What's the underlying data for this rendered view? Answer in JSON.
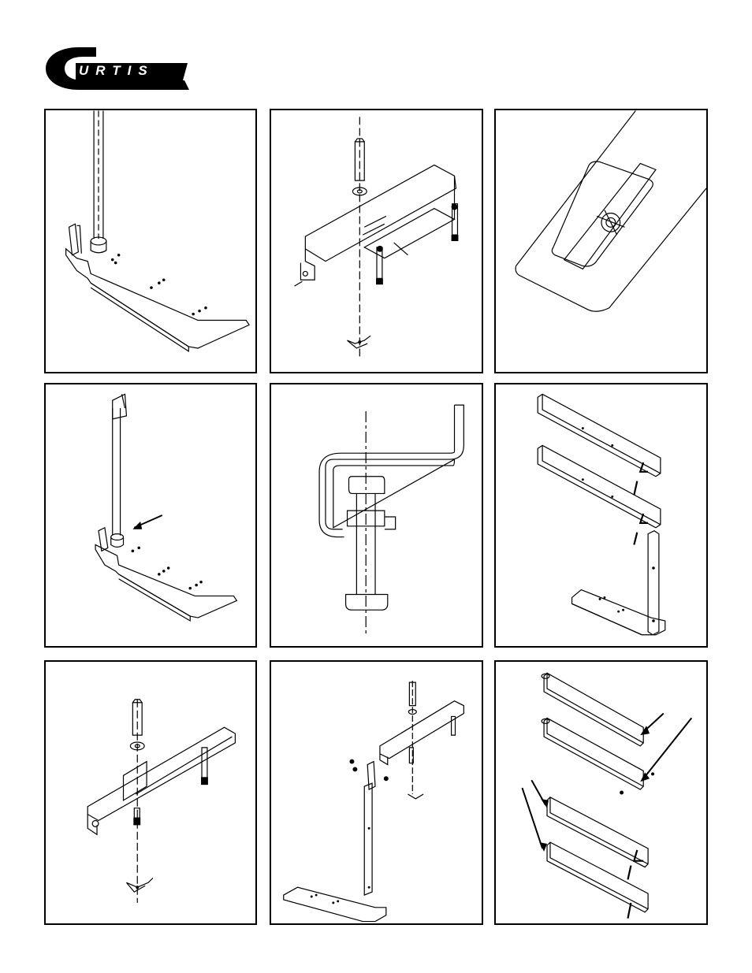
{
  "brand": {
    "logo_text": "URTIS",
    "logo_initial": "C",
    "color": "#000000"
  },
  "panels": [
    {
      "id": 1,
      "content": "illustration-arm-base-assembly"
    },
    {
      "id": 2,
      "content": "illustration-bracket-exploded-bolts"
    },
    {
      "id": 3,
      "content": "illustration-wing-nut-detail"
    },
    {
      "id": 4,
      "content": "illustration-arm-base-arrow"
    },
    {
      "id": 5,
      "content": "illustration-hook-bolt-section"
    },
    {
      "id": 6,
      "content": "illustration-rail-stack"
    },
    {
      "id": 7,
      "content": "illustration-rail-exploded-bolts"
    },
    {
      "id": 8,
      "content": "illustration-base-bracket-exploded"
    },
    {
      "id": 9,
      "content": "illustration-rail-set-arrows"
    }
  ]
}
